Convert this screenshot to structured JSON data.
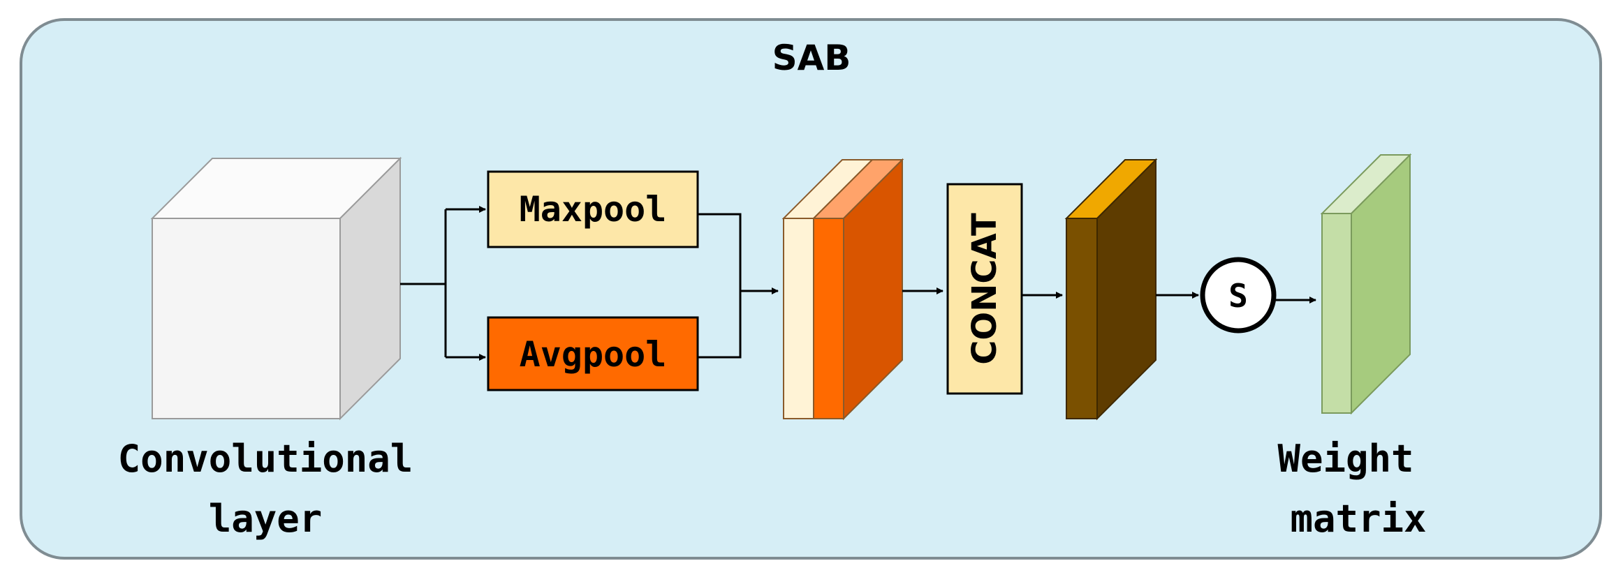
{
  "diagram": {
    "title": "SAB",
    "conv_label_line1": "Convolutional",
    "conv_label_line2": "layer",
    "maxpool_label": "Maxpool",
    "avgpool_label": "Avgpool",
    "concat_label": "CONCAT",
    "sigmoid_symbol": "S",
    "weight_label_line1": "Weight",
    "weight_label_line2": "matrix"
  },
  "colors": {
    "panel_fill": "#d6eef6",
    "panel_stroke": "#7f8c92",
    "cube_front": "#f5f5f5",
    "cube_top": "#fbfbfb",
    "cube_side": "#d9d9d9",
    "maxpool_fill": "#fde7a8",
    "avgpool_fill": "#ff6a00",
    "stack_cream": "#fff3d6",
    "stack_orange": "#ff6a00",
    "stack_side": "#d95500",
    "concat_fill": "#fde7a8",
    "brown_front": "#7a5000",
    "brown_side": "#5e3c00",
    "brown_top": "#f0a800",
    "green_front": "#c4dea7",
    "green_side": "#a6cb7e",
    "green_top": "#dbeccb"
  }
}
